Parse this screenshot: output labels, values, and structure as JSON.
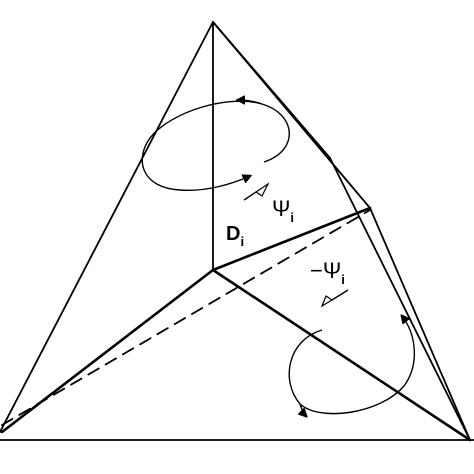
{
  "labels": {
    "d": {
      "main": "D",
      "sub": "i"
    },
    "psi": {
      "main": "Ψ",
      "sub": "i"
    },
    "neg_psi": {
      "main": "−Ψ",
      "sub": "i"
    }
  }
}
